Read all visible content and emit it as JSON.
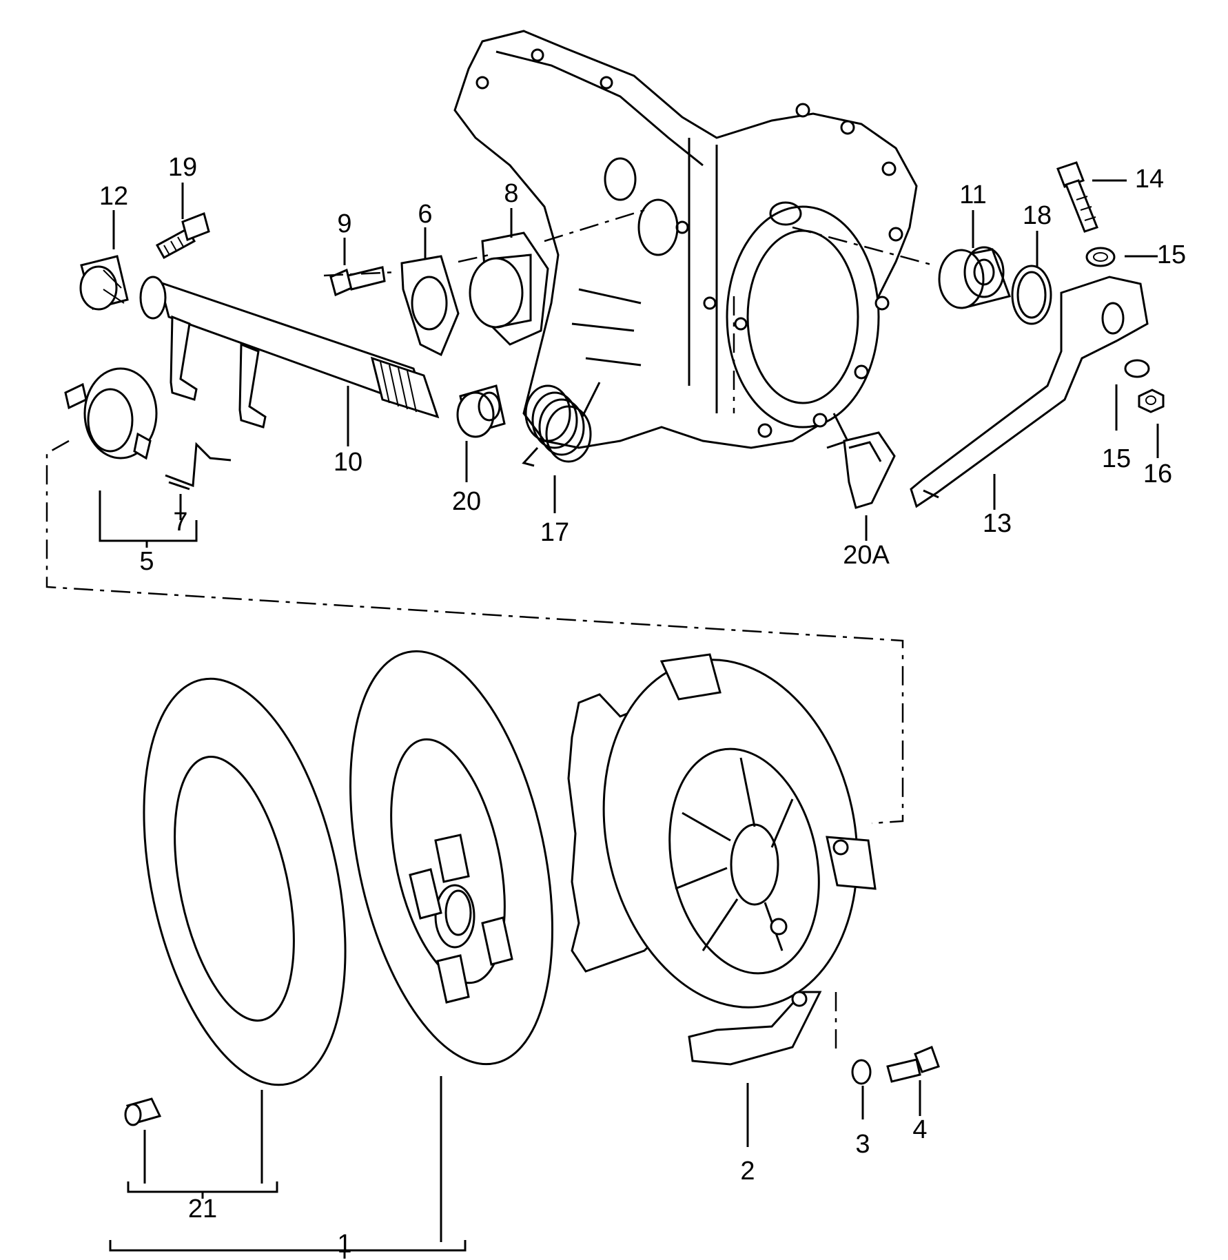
{
  "labels": {
    "p1": "1",
    "p2": "2",
    "p3": "3",
    "p4": "4",
    "p5": "5",
    "p6": "6",
    "p7": "7",
    "p8": "8",
    "p9": "9",
    "p10": "10",
    "p11": "11",
    "p12": "12",
    "p13": "13",
    "p14": "14",
    "p15a": "15",
    "p15b": "15",
    "p16": "16",
    "p17": "17",
    "p18": "18",
    "p19": "19",
    "p20": "20",
    "p20a": "20A",
    "p21": "21"
  }
}
